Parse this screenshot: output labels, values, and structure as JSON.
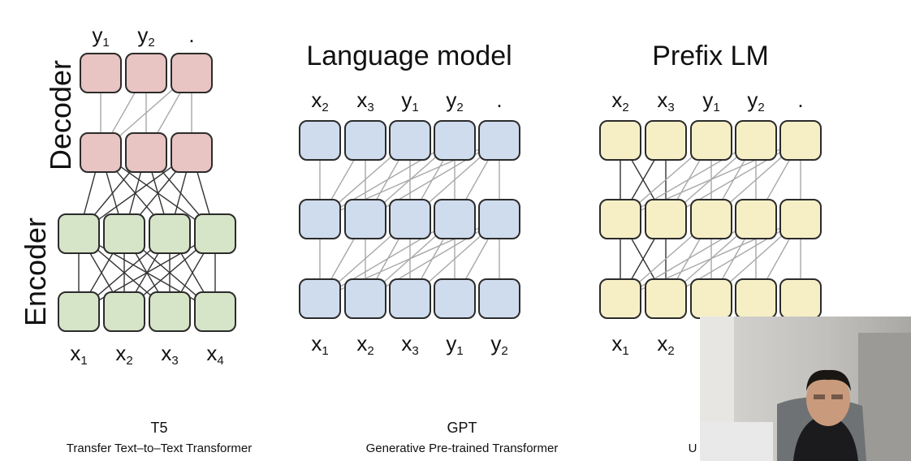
{
  "t5": {
    "decoder_label": "Decoder",
    "encoder_label": "Encoder",
    "outputs": [
      "y|1",
      "y|2",
      "."
    ],
    "inputs": [
      "x|1",
      "x|2",
      "x|3",
      "x|4"
    ],
    "caption": "T5",
    "caption_sub": "Transfer Text–to–Text Transformer",
    "decoder_color": "#e8c4c2",
    "encoder_color": "#d6e4c8"
  },
  "gpt": {
    "title": "Language model",
    "outputs": [
      "x|2",
      "x|3",
      "y|1",
      "y|2",
      "."
    ],
    "inputs": [
      "x|1",
      "x|2",
      "x|3",
      "y|1",
      "y|2"
    ],
    "caption": "GPT",
    "caption_sub": "Generative Pre-trained Transformer",
    "color": "#cfdcee"
  },
  "prefix": {
    "title": "Prefix LM",
    "outputs": [
      "x|2",
      "x|3",
      "y|1",
      "y|2",
      "."
    ],
    "inputs_visible": [
      "x|1",
      "x|2"
    ],
    "caption_partial": "U",
    "color": "#f6efc6"
  },
  "webcam": {
    "description_icon": "presenter-webcam-icon"
  }
}
